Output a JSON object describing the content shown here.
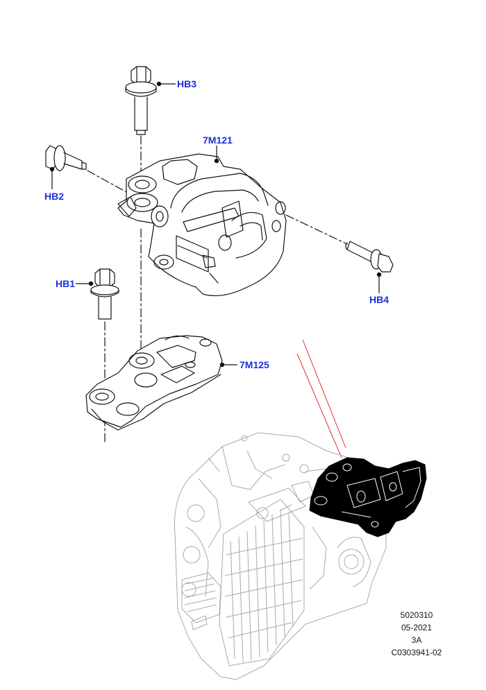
{
  "callouts": {
    "hb3": "HB3",
    "hb2": "HB2",
    "m121": "7M121",
    "hb4": "HB4",
    "hb1": "HB1",
    "m125": "7M125"
  },
  "footer": {
    "line1": "5020310",
    "line2": "05-2021",
    "line3": "3A",
    "line4": "C0303941-02"
  },
  "colors": {
    "callout": "#1d2ee0",
    "line": "#111111",
    "highlight_ray": "#e03030",
    "highlight_part": "#000000",
    "context_gray": "#a8a8a8"
  }
}
